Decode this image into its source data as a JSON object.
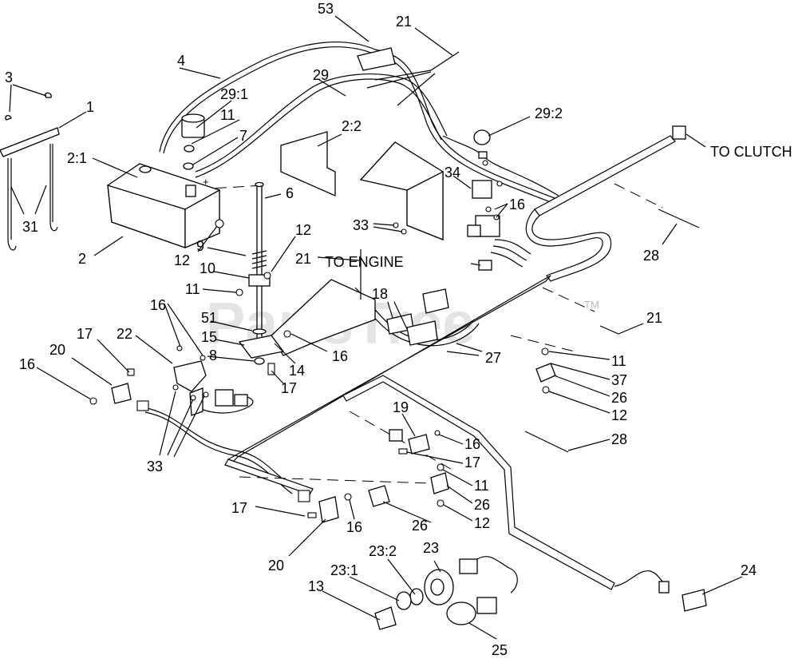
{
  "watermark": {
    "text": "PartsTree",
    "tm": "TM"
  },
  "callouts": {
    "c53": "53",
    "c21a": "21",
    "c4": "4",
    "c29": "29",
    "c3": "3",
    "c1": "1",
    "c29_1": "29:1",
    "c11a": "11",
    "c7": "7",
    "c29_2": "29:2",
    "c2_2": "2:2",
    "c2_1": "2:1",
    "c6": "6",
    "c31": "31",
    "c2": "2",
    "c12a": "12",
    "c9": "9",
    "c12b": "12",
    "c10": "10",
    "c11b": "11",
    "c21b": "21",
    "c34": "34",
    "c16a": "16",
    "c33a": "33",
    "c28a": "28",
    "c18": "18",
    "c51": "51",
    "c15": "15",
    "c8": "8",
    "c16b": "16",
    "c14": "14",
    "c17a": "17",
    "c16c": "16",
    "c22": "22",
    "c17b": "17",
    "c20a": "20",
    "c16d": "16",
    "c33b": "33",
    "c21c": "21",
    "c11c": "11",
    "c37": "37",
    "c26a": "26",
    "c12c": "12",
    "c27": "27",
    "c28b": "28",
    "c19": "19",
    "c16e": "16",
    "c17c": "17",
    "c11d": "11",
    "c26b": "26",
    "c12d": "12",
    "c17d": "17",
    "c16f": "16",
    "c26c": "26",
    "c20b": "20",
    "c23_2": "23:2",
    "c23": "23",
    "c23_1": "23:1",
    "c13": "13",
    "c24": "24",
    "c25": "25"
  },
  "notes": {
    "to_clutch": "TO CLUTCH",
    "to_engine": "TO ENGINE"
  },
  "symbols": {
    "battery_plus": "+"
  }
}
